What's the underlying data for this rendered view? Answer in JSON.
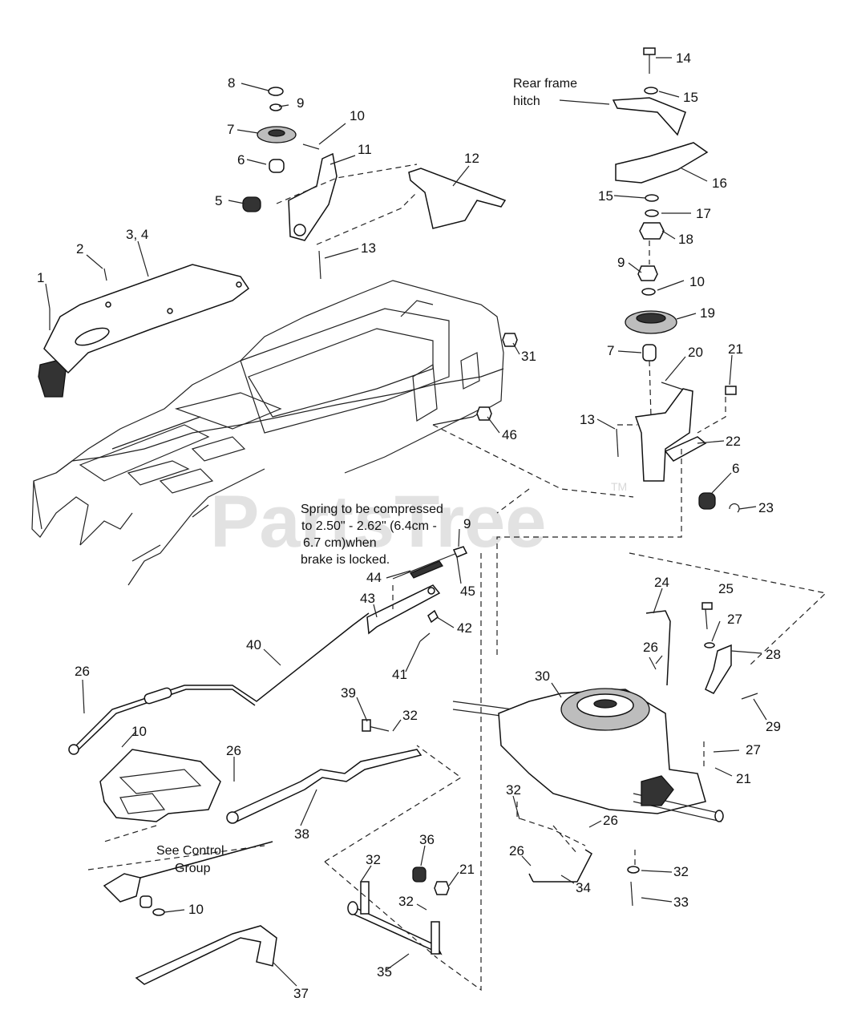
{
  "watermark": {
    "text": "PartsTree",
    "tm": "TM"
  },
  "callouts": {
    "c1": "1",
    "c2": "2",
    "c3_4": "3, 4",
    "c5": "5",
    "c6a": "6",
    "c7a": "7",
    "c8": "8",
    "c9a": "9",
    "c10a": "10",
    "c11": "11",
    "c12": "12",
    "c13a": "13",
    "c14": "14",
    "c15a": "15",
    "c16": "16",
    "c15b": "15",
    "c17": "17",
    "c18": "18",
    "c9b": "9",
    "c10b": "10",
    "c19": "19",
    "c7b": "7",
    "c20": "20",
    "c21a": "21",
    "c13b": "13",
    "c22": "22",
    "c6b": "6",
    "c23": "23",
    "c31": "31",
    "c46": "46",
    "c9c": "9",
    "c44": "44",
    "c45": "45",
    "c43": "43",
    "c42": "42",
    "c41": "41",
    "c40": "40",
    "c24": "24",
    "c25": "25",
    "c27a": "27",
    "c28": "28",
    "c26a": "26",
    "c30": "30",
    "c29": "29",
    "c26b": "26",
    "c10c": "10",
    "c39": "39",
    "c32a": "32",
    "c26c": "26",
    "c38": "38",
    "c27b": "27",
    "c21b": "21",
    "c32b": "32",
    "c26d": "26",
    "c36": "36",
    "c32c": "32",
    "c21c": "21",
    "c32d": "32",
    "c26e": "26",
    "c34": "34",
    "c32e": "32",
    "c33": "33",
    "c10d": "10",
    "c35": "35",
    "c37": "37"
  },
  "notes": {
    "rear_hitch_1": "Rear frame",
    "rear_hitch_2": "hitch",
    "spring_1": "Spring to be compressed",
    "spring_2": "to 2.50\" - 2.62\" (6.4cm -",
    "spring_3": "6.7 cm)when",
    "spring_4": "brake is locked.",
    "control_1": "See Control",
    "control_2": "Group"
  }
}
